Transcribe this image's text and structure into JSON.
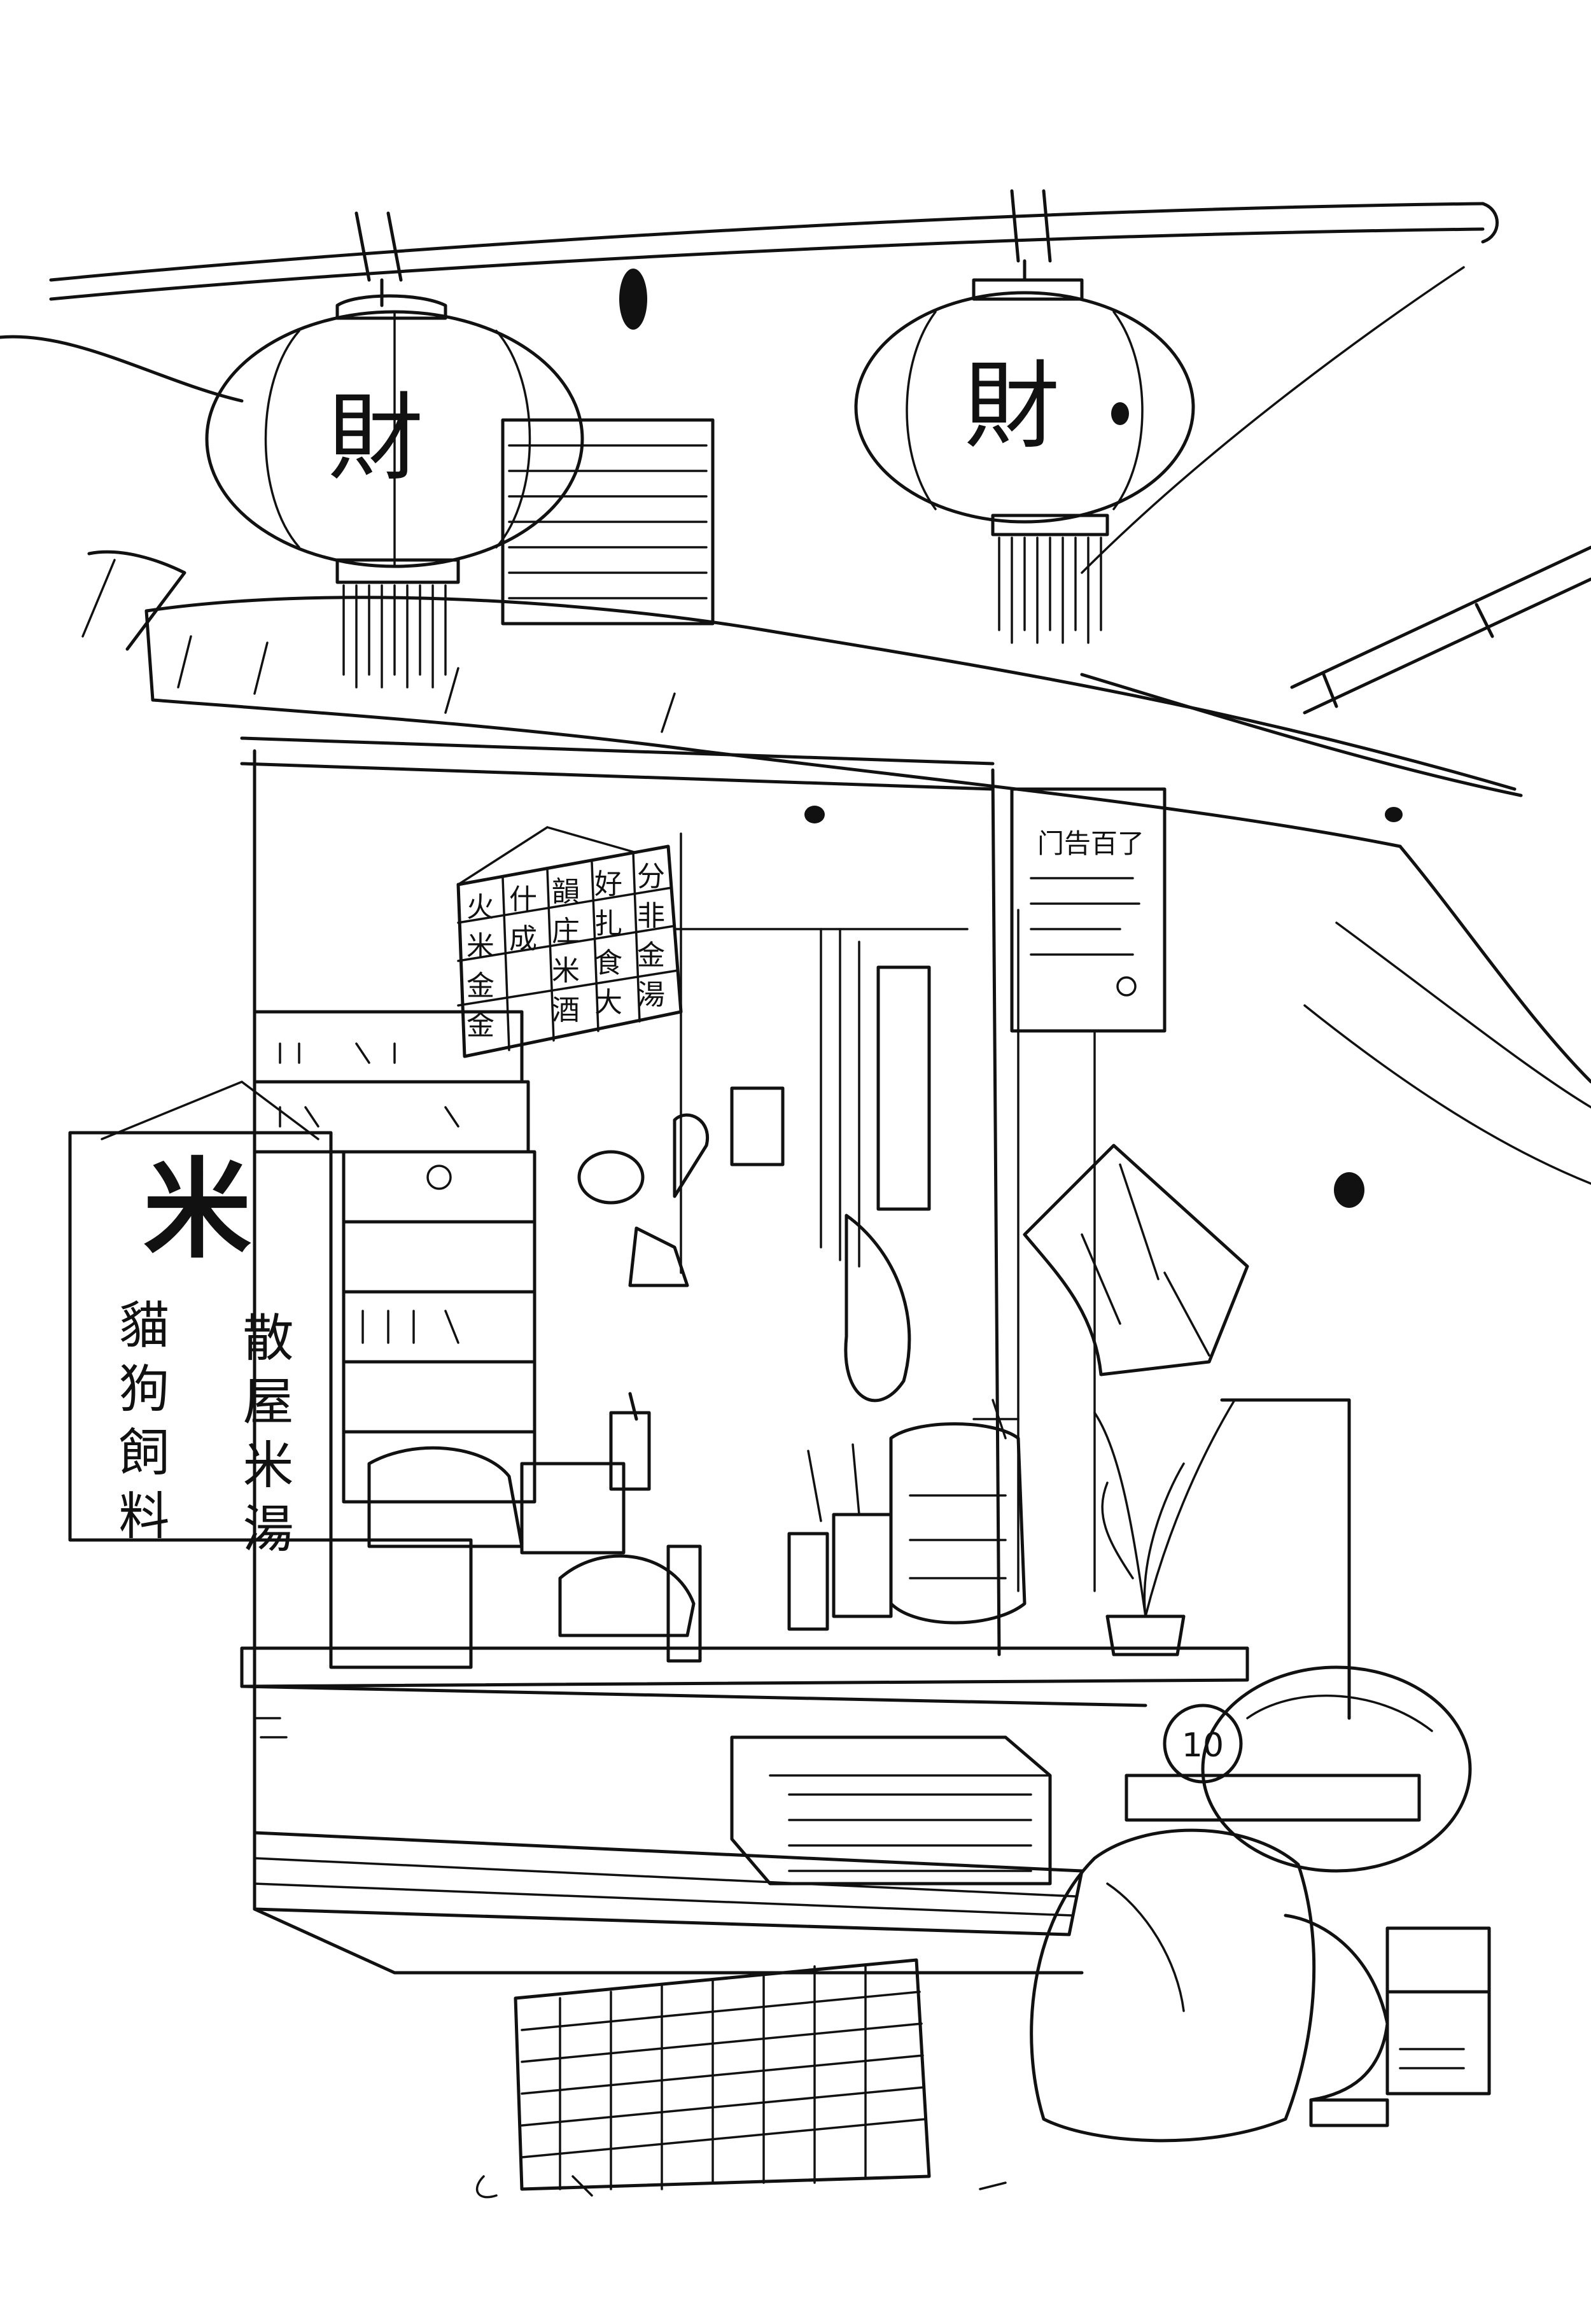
{
  "lanterns": {
    "left_char": "財",
    "right_char": "財"
  },
  "rice_sign": {
    "title": "米",
    "right_column": "散屋米湯",
    "left_column": "貓狗飼料"
  },
  "menu_board": {
    "cells": [
      [
        "火",
        "什",
        "韻",
        "好",
        "分"
      ],
      [
        "米",
        "成",
        "庄",
        "扎",
        "非"
      ],
      [
        "金",
        "",
        "米",
        "食",
        "金"
      ],
      [
        "金",
        "",
        "酒",
        "大",
        "湯"
      ]
    ]
  },
  "notice_board": {
    "heading": "门告百了"
  },
  "weight_scale": {
    "label": "10"
  },
  "colors": {
    "ink": "#111111",
    "paper": "#ffffff"
  }
}
